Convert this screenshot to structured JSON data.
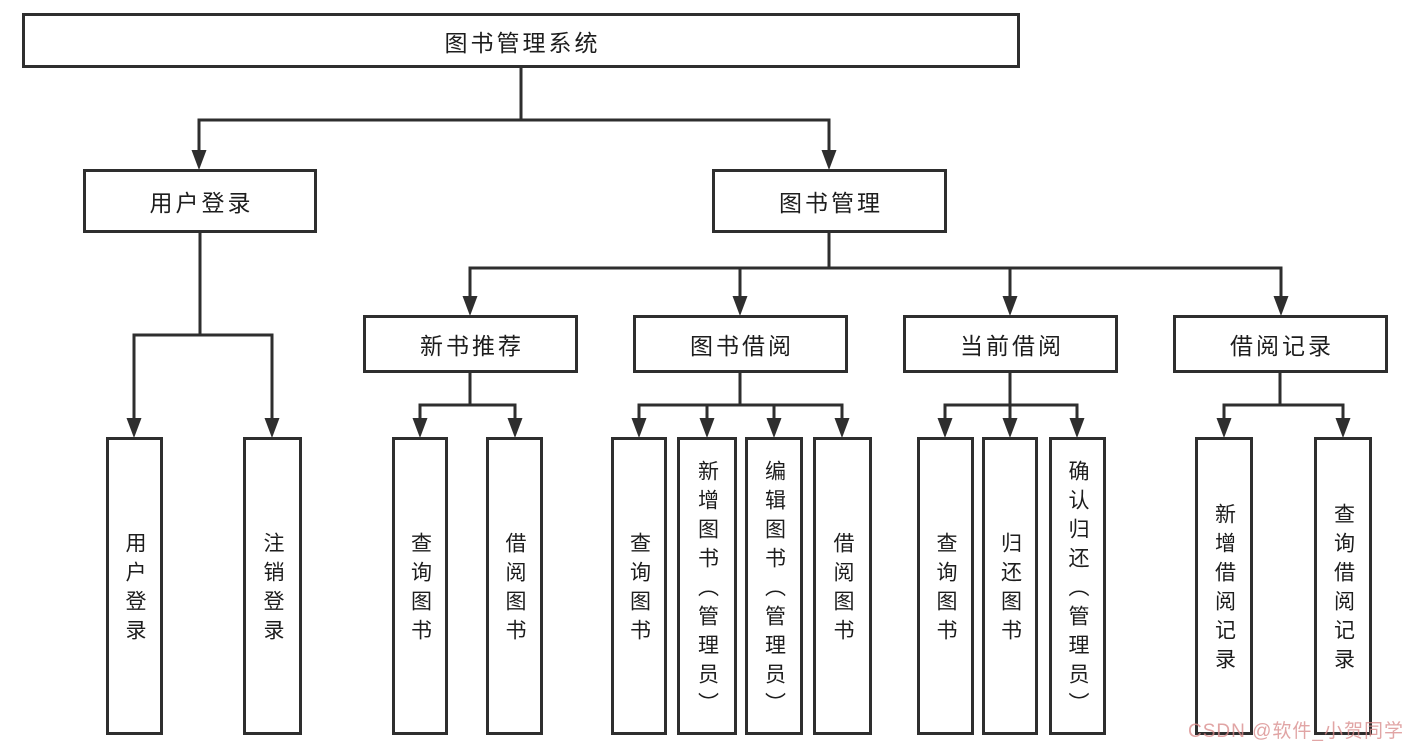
{
  "tree": {
    "root": {
      "label": "图书管理系统"
    },
    "branches": [
      {
        "label": "用户登录",
        "children": [
          {
            "label": "用户登录"
          },
          {
            "label": "注销登录"
          }
        ]
      },
      {
        "label": "图书管理",
        "groups": [
          {
            "label": "新书推荐",
            "children": [
              {
                "label": "查询图书"
              },
              {
                "label": "借阅图书"
              }
            ]
          },
          {
            "label": "图书借阅",
            "children": [
              {
                "label": "查询图书"
              },
              {
                "label": "新增图书（管理员）"
              },
              {
                "label": "编辑图书（管理员）"
              },
              {
                "label": "借阅图书"
              }
            ]
          },
          {
            "label": "当前借阅",
            "children": [
              {
                "label": "查询图书"
              },
              {
                "label": "归还图书"
              },
              {
                "label": "确认归还（管理员）"
              }
            ]
          },
          {
            "label": "借阅记录",
            "children": [
              {
                "label": "新增借阅记录"
              },
              {
                "label": "查询借阅记录"
              }
            ]
          }
        ]
      }
    ]
  },
  "watermark": {
    "text": "CSDN @软件_小贺同学",
    "color": "#D98C8C"
  },
  "colors": {
    "line": "#2E2E2E",
    "box_border": "#2E2E2E",
    "text": "#1D1D1D",
    "background": "#FFFFFF"
  }
}
